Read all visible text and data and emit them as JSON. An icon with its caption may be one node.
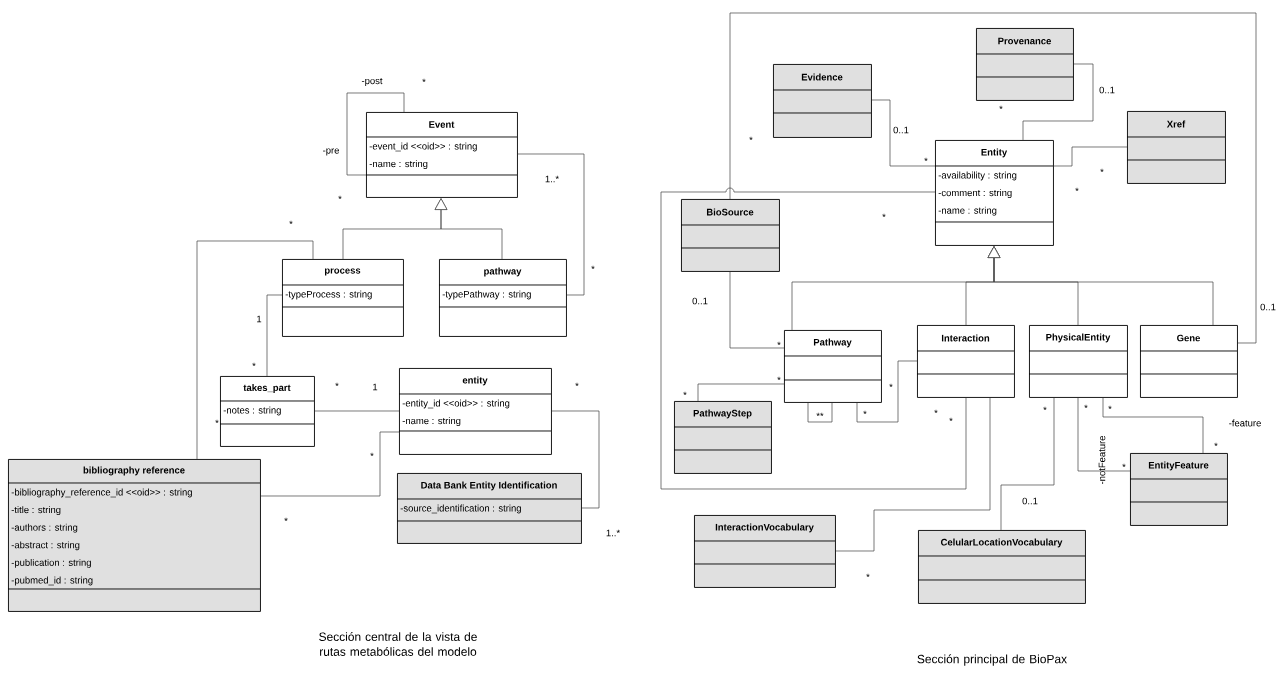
{
  "diagram": {
    "nodes": [
      {
        "text": [
          "Event",
          "-event_id <<oid>> : string",
          "-name : string"
        ]
      },
      {
        "text": [
          "process",
          "-typeProcess : string"
        ]
      },
      {
        "text": [
          "pathway",
          "-typePathway : string"
        ]
      },
      {
        "text": [
          "takes_part",
          "-notes : string"
        ]
      },
      {
        "text": [
          "entity",
          "-entity_id <<oid>> : string",
          "-name : string"
        ]
      },
      {
        "text": [
          "bibliography reference",
          "-bibliography_reference_id <<oid>> : string",
          "-title : string",
          "-authors : string",
          "-abstract : string",
          "-publication : string",
          "-pubmed_id : string"
        ]
      },
      {
        "text": [
          "Data Bank Entity Identification",
          "-source_identification : string"
        ]
      },
      {
        "text": [
          "Evidence"
        ]
      },
      {
        "text": [
          "Provenance"
        ]
      },
      {
        "text": [
          "Xref"
        ]
      },
      {
        "text": [
          "Entity",
          "-availability : string",
          "-comment : string",
          "-name : string"
        ]
      },
      {
        "text": [
          "BioSource"
        ]
      },
      {
        "text": [
          "Pathway"
        ]
      },
      {
        "text": [
          "Interaction"
        ]
      },
      {
        "text": [
          "PhysicalEntity"
        ]
      },
      {
        "text": [
          "Gene"
        ]
      },
      {
        "text": [
          "PathwayStep"
        ]
      },
      {
        "text": [
          "EntityFeature"
        ]
      },
      {
        "text": [
          "InteractionVocabulary"
        ]
      },
      {
        "text": [
          "CelularLocationVocabulary"
        ]
      }
    ],
    "edges": [
      {
        "from": 0,
        "to": 0,
        "arrow": "none"
      },
      {
        "from": 1,
        "to": 0,
        "arrow": "to"
      },
      {
        "from": 2,
        "to": 0,
        "arrow": "to"
      },
      {
        "from": 0,
        "to": 2,
        "arrow": "none"
      },
      {
        "from": 1,
        "to": 3,
        "arrow": "none"
      },
      {
        "from": 1,
        "to": 5,
        "arrow": "none"
      },
      {
        "from": 3,
        "to": 4,
        "arrow": "none"
      },
      {
        "from": 5,
        "to": 4,
        "arrow": "none"
      },
      {
        "from": 4,
        "to": 6,
        "arrow": "none"
      },
      {
        "from": 7,
        "to": 10,
        "arrow": "none"
      },
      {
        "from": 8,
        "to": 10,
        "arrow": "none"
      },
      {
        "from": 9,
        "to": 10,
        "arrow": "none"
      },
      {
        "from": 10,
        "to": 13,
        "arrow": "none"
      },
      {
        "from": 11,
        "to": 15,
        "arrow": "none"
      },
      {
        "from": 11,
        "to": 12,
        "arrow": "none"
      },
      {
        "from": 16,
        "to": 12,
        "arrow": "none"
      },
      {
        "from": 12,
        "to": 12,
        "arrow": "none"
      },
      {
        "from": 12,
        "to": 13,
        "arrow": "none"
      },
      {
        "from": 13,
        "to": 18,
        "arrow": "none"
      },
      {
        "from": 14,
        "to": 19,
        "arrow": "none"
      },
      {
        "from": 14,
        "to": 17,
        "arrow": "none"
      },
      {
        "from": 14,
        "to": 17,
        "arrow": "none"
      },
      {
        "from": 12,
        "to": 10,
        "arrow": "to"
      },
      {
        "from": 13,
        "to": 10,
        "arrow": "to"
      },
      {
        "from": 14,
        "to": 10,
        "arrow": "to"
      },
      {
        "from": 15,
        "to": 10,
        "arrow": "to"
      }
    ],
    "labels": [
      "-post",
      "*",
      "-pre",
      "*",
      "1..*",
      "*",
      "*",
      "1",
      "*",
      "*",
      "*",
      "1",
      "*",
      "*",
      "*",
      "1..*",
      "0..1",
      "*",
      "0..1",
      "*",
      "*",
      "*",
      "*",
      "*",
      "0..1",
      "*",
      "0..1",
      "*",
      "*",
      "**",
      "*",
      "*",
      "*",
      "*",
      "*",
      "*",
      "0..1",
      "*",
      "*",
      "-notFeature",
      "*",
      "-feature",
      "*",
      "Sección central de la vista de rutas metabólicas del modelo",
      "Sección principal de BioPax"
    ]
  }
}
